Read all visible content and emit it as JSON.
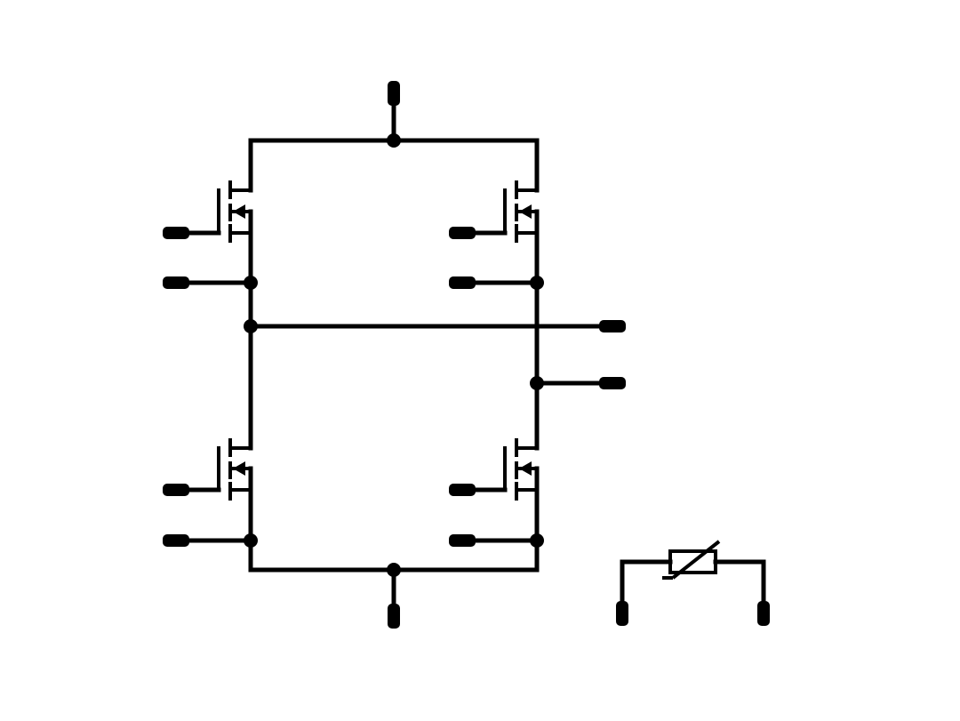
{
  "diagram": {
    "type": "circuit-schematic",
    "description_elements": {
      "transistors": [
        "mosfet-q1",
        "mosfet-q2",
        "mosfet-q3",
        "mosfet-q4"
      ],
      "resistor": "thermistor",
      "topology": "h-bridge"
    },
    "colors": {
      "ink": "#000000",
      "background": "#ffffff"
    }
  }
}
